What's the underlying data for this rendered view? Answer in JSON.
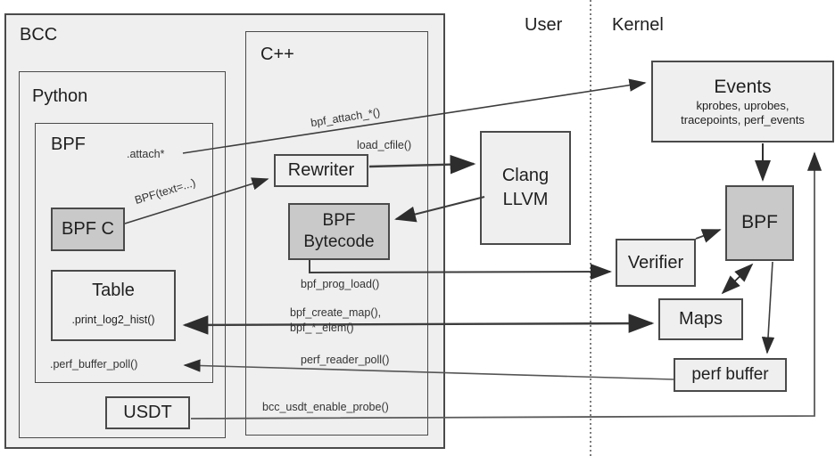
{
  "colors": {
    "box_fill": "#efefef",
    "box_fill_dark": "#c9c9c9",
    "border": "#4a4a4a",
    "line": "#3d3d3d",
    "line_soft": "#5a5a5a",
    "text": "#1f1f1f",
    "label": "#333333"
  },
  "regions": {
    "bcc": "BCC",
    "python": "Python",
    "bpf_module": "BPF",
    "cpp": "C++"
  },
  "zones": {
    "user": "User",
    "kernel": "Kernel"
  },
  "nodes": {
    "bpf_c": "BPF C",
    "table_title": "Table",
    "table_method": ".print_log2_hist()",
    "usdt": "USDT",
    "rewriter": "Rewriter",
    "bpf_bytecode": "BPF\nBytecode",
    "clang": "Clang\nLLVM",
    "events_title": "Events",
    "events_sub": "kprobes, uprobes,\ntracepoints, perf_events",
    "bpf_kernel": "BPF",
    "verifier": "Verifier",
    "maps": "Maps",
    "perf_buffer": "perf buffer"
  },
  "labels": {
    "attach": ".attach*",
    "perf_buffer_poll": ".perf_buffer_poll()",
    "bpf_attach": "bpf_attach_*()",
    "bpf_text": "BPF(text=...)",
    "load_cfile": "load_cfile()",
    "bpf_prog_load": "bpf_prog_load()",
    "bpf_create_map": "bpf_create_map(),\nbpf_*_elem()",
    "perf_reader_poll": "perf_reader_poll()",
    "bcc_usdt_enable_probe": "bcc_usdt_enable_probe()"
  }
}
